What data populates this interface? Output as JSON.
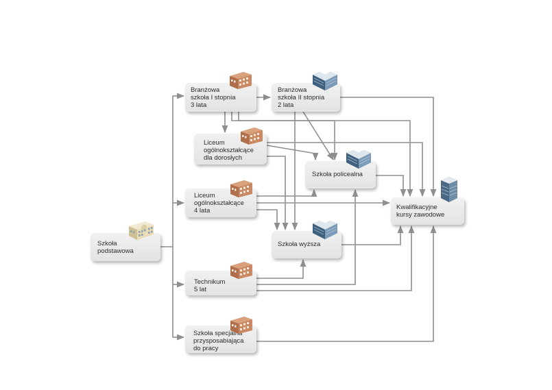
{
  "nodes": {
    "bs1": {
      "lines": [
        "Branżowa",
        "szkoła I stopnia",
        "3 lata"
      ],
      "icon": "brick-building-icon"
    },
    "bs2": {
      "lines": [
        "Branżowa",
        "szkoła II stopnia",
        "2 lata"
      ],
      "icon": "glass-office-building-icon"
    },
    "lod": {
      "lines": [
        "Liceum",
        "ogólnokształcące",
        "dla dorosłych"
      ],
      "icon": "brick-building-icon"
    },
    "pol": {
      "lines": [
        "Szkoła policealna"
      ],
      "icon": "glass-office-building-icon"
    },
    "lo4": {
      "lines": [
        "Liceum",
        "ogólnokształcące",
        "4 lata"
      ],
      "icon": "brick-building-icon"
    },
    "kkz": {
      "lines": [
        "Kwalifikacyjne",
        "kursy zawodowe"
      ],
      "icon": "skyscraper-icon"
    },
    "sp": {
      "lines": [
        "Szkoła",
        "podstawowa"
      ],
      "icon": "school-building-icon"
    },
    "wyz": {
      "lines": [
        "Szkoła wyższa"
      ],
      "icon": "glass-office-building-icon"
    },
    "tech": {
      "lines": [
        "Technikum",
        "5 lat"
      ],
      "icon": "brick-building-icon"
    },
    "spec": {
      "lines": [
        "Szkoła specjalna",
        "przysposabiająca",
        "do pracy"
      ],
      "icon": "brick-building-icon"
    }
  },
  "edges": [
    [
      "sp",
      "bs1"
    ],
    [
      "sp",
      "lo4"
    ],
    [
      "sp",
      "tech"
    ],
    [
      "sp",
      "spec"
    ],
    [
      "bs1",
      "bs2"
    ],
    [
      "bs1",
      "lod"
    ],
    [
      "bs1",
      "pol"
    ],
    [
      "bs1",
      "kkz"
    ],
    [
      "bs2",
      "kkz"
    ],
    [
      "bs2",
      "pol"
    ],
    [
      "bs2",
      "wyz"
    ],
    [
      "lod",
      "pol"
    ],
    [
      "lod",
      "kkz"
    ],
    [
      "lod",
      "wyz"
    ],
    [
      "lo4",
      "pol"
    ],
    [
      "lo4",
      "kkz"
    ],
    [
      "lo4",
      "wyz"
    ],
    [
      "tech",
      "wyz"
    ],
    [
      "tech",
      "pol"
    ],
    [
      "tech",
      "kkz"
    ],
    [
      "pol",
      "kkz"
    ],
    [
      "wyz",
      "kkz"
    ],
    [
      "spec",
      "kkz"
    ]
  ],
  "colors": {
    "line": "#8e8e8e",
    "box_top": "#f1f1f1",
    "box_bottom": "#e3e3e3",
    "text": "#2a2a2a"
  }
}
